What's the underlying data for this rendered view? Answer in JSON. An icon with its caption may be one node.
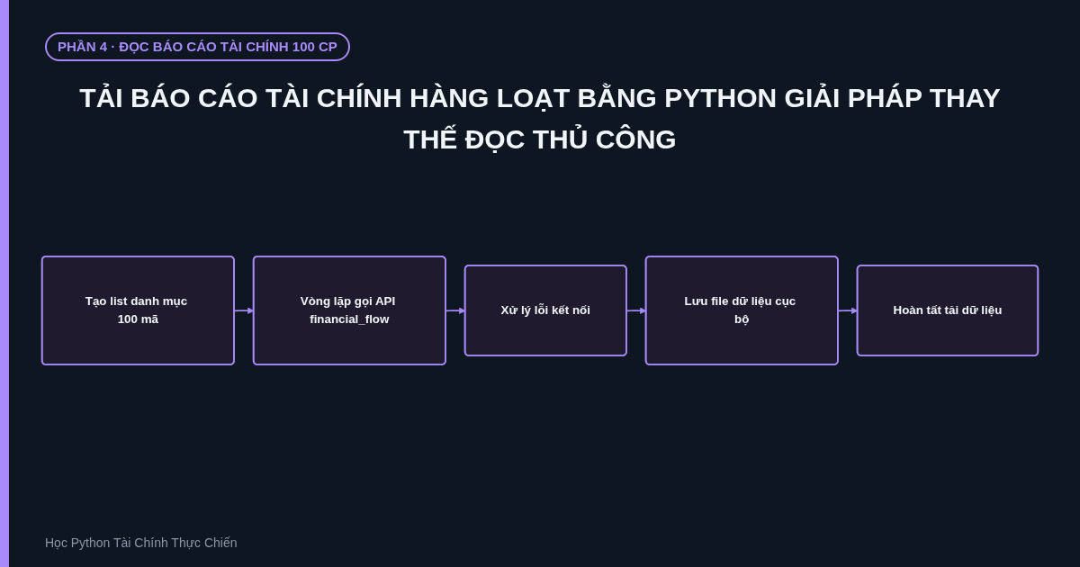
{
  "diagram": {
    "title": "TẢI BÁO CÁO TÀI CHÍNH HÀNG LOẠT BẰNG PYTHON GIẢI PHÁP THAY THẾ ĐỌC THỦ CÔNG",
    "nodes": [
      {
        "text": [
          "Tạo list danh mục 100 mã"
        ]
      },
      {
        "text": [
          "Vòng lặp gọi API financial_flow"
        ]
      },
      {
        "text": [
          "Xử lý lỗi kết nối"
        ]
      },
      {
        "text": [
          "Lưu file dữ liệu cục bộ"
        ]
      },
      {
        "text": [
          "Hoàn tất tải dữ liệu"
        ]
      }
    ],
    "edges": [
      {
        "from": 0,
        "to": 1,
        "arrow": "to"
      },
      {
        "from": 1,
        "to": 2,
        "arrow": "to"
      },
      {
        "from": 2,
        "to": 3,
        "arrow": "to"
      },
      {
        "from": 3,
        "to": 4,
        "arrow": "to"
      }
    ],
    "labels": [
      "PHẦN 4 · ĐỌC BÁO CÁO TÀI CHÍNH 100 CP",
      "Học Python Tài Chính Thực Chiến"
    ]
  }
}
